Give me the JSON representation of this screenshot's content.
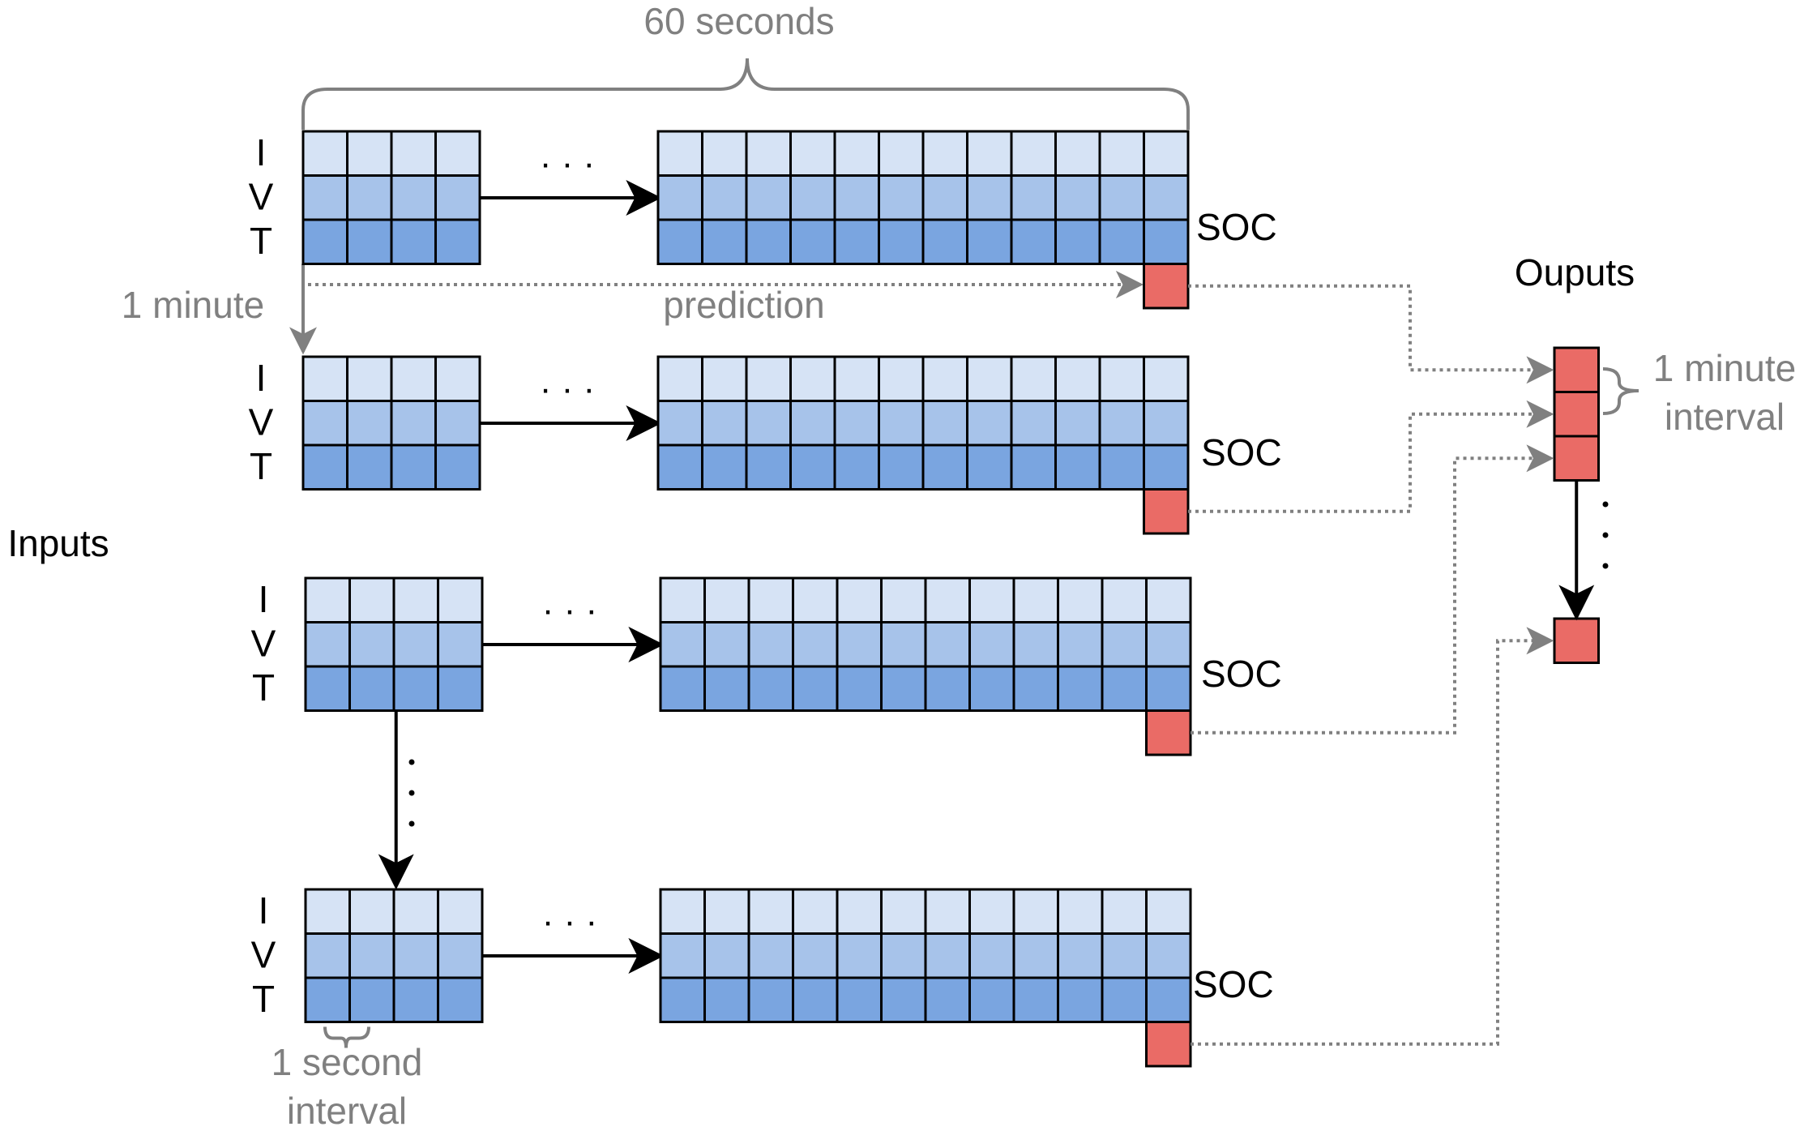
{
  "labels": {
    "time_window": "60 seconds",
    "minute_step": "1 minute",
    "prediction": "prediction",
    "inputs": "Inputs",
    "outputs": "Ouputs",
    "output_interval_line1": "1 minute",
    "output_interval_line2": "interval",
    "second_interval_line1": "1 second",
    "second_interval_line2": "interval",
    "soc": "SOC",
    "row_i": "I",
    "row_v": "V",
    "row_t": "T",
    "ellipsis": "· · ·"
  },
  "colors": {
    "row_i": "#d6e3f5",
    "row_v": "#a7c3ea",
    "row_t": "#7aa5e0",
    "output": "#ea6b66",
    "grid_stroke": "#000000",
    "annotation": "#808080"
  },
  "structure": {
    "input_blocks": 4,
    "short_grid_columns": 4,
    "long_grid_columns": 12,
    "grid_rows": 3,
    "output_cells": 4
  }
}
